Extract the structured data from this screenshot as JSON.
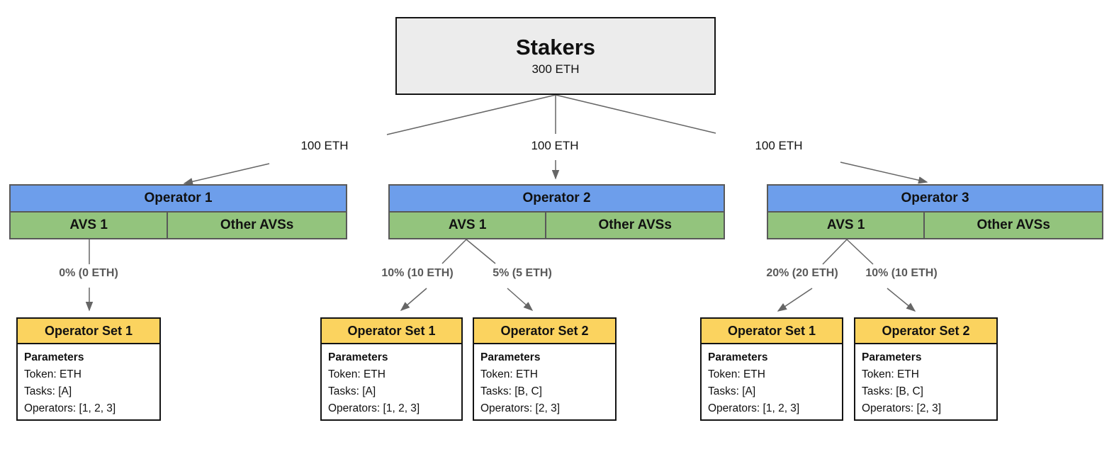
{
  "title": "Staker delegation and AVS allocation diagram",
  "colors": {
    "operator_header_blue": "#6d9eeb",
    "avs_green": "#93c47d",
    "operator_set_yellow": "#fbd35f",
    "stakers_gray": "#ececec",
    "connector_gray": "#666666",
    "allocation_label_gray": "#595959"
  },
  "stakers": {
    "title": "Stakers",
    "amount": "300 ETH"
  },
  "delegations": [
    {
      "label": "100 ETH"
    },
    {
      "label": "100 ETH"
    },
    {
      "label": "100 ETH"
    }
  ],
  "operators": [
    {
      "title": "Operator 1",
      "avs_label": "AVS 1",
      "other_label": "Other AVSs"
    },
    {
      "title": "Operator 2",
      "avs_label": "AVS 1",
      "other_label": "Other AVSs"
    },
    {
      "title": "Operator 3",
      "avs_label": "AVS 1",
      "other_label": "Other AVSs"
    }
  ],
  "allocations": [
    {
      "label": "0% (0 ETH)"
    },
    {
      "label": "10% (10 ETH)"
    },
    {
      "label": "5% (5 ETH)"
    },
    {
      "label": "20% (20 ETH)"
    },
    {
      "label": "10% (10 ETH)"
    }
  ],
  "operator_sets": [
    {
      "title": "Operator Set 1",
      "params_heading": "Parameters",
      "token": "Token: ETH",
      "tasks": "Tasks: [A]",
      "operators": "Operators: [1, 2, 3]"
    },
    {
      "title": "Operator Set 1",
      "params_heading": "Parameters",
      "token": "Token: ETH",
      "tasks": "Tasks: [A]",
      "operators": "Operators: [1, 2, 3]"
    },
    {
      "title": "Operator Set 2",
      "params_heading": "Parameters",
      "token": "Token: ETH",
      "tasks": "Tasks: [B, C]",
      "operators": "Operators: [2, 3]"
    },
    {
      "title": "Operator Set 1",
      "params_heading": "Parameters",
      "token": "Token: ETH",
      "tasks": "Tasks: [A]",
      "operators": "Operators: [1, 2, 3]"
    },
    {
      "title": "Operator Set 2",
      "params_heading": "Parameters",
      "token": "Token: ETH",
      "tasks": "Tasks: [B, C]",
      "operators": "Operators: [2, 3]"
    }
  ]
}
